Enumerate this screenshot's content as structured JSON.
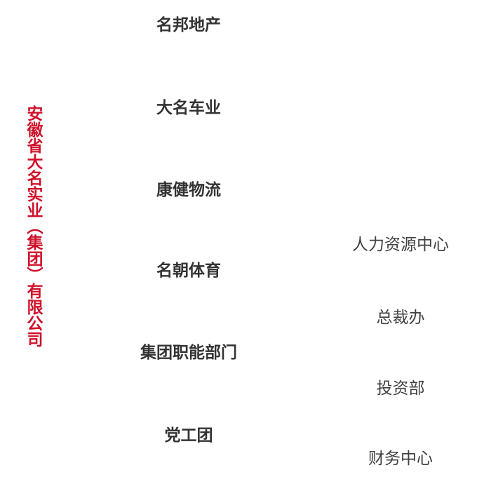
{
  "company": "安徽省大名实业（集团）有限公司",
  "colors": {
    "company": "#d0102a",
    "division": "#333333",
    "department": "#404040"
  },
  "divisions": [
    "名邦地产",
    "大名车业",
    "康健物流",
    "名朝体育",
    "集团职能部门",
    "党工团"
  ],
  "departments": [
    "人力资源中心",
    "总裁办",
    "投资部",
    "财务中心"
  ]
}
